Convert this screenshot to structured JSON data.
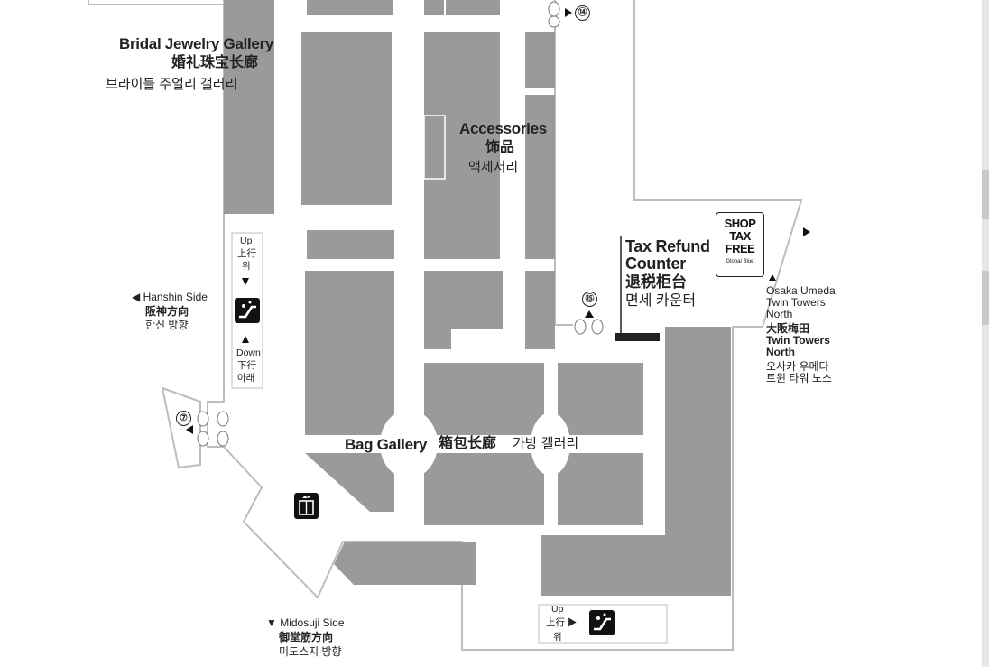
{
  "zones": {
    "bridal": {
      "en": "Bridal Jewelry Gallery",
      "zh": "婚礼珠宝长廊",
      "ko": "브라이들 주얼리 갤러리"
    },
    "accessories": {
      "en": "Accessories",
      "zh": "饰品",
      "ko": "액세서리"
    },
    "bag": {
      "en": "Bag Gallery",
      "zh": "箱包长廊",
      "ko": "가방 갤러리"
    }
  },
  "tax_refund": {
    "en1": "Tax Refund",
    "en2": "Counter",
    "zh": "退税柜台",
    "ko": "면세 카운터"
  },
  "tax_free_badge": {
    "line1": "SHOP",
    "line2": "TAX",
    "line3": "FREE",
    "sub": "Global Blue"
  },
  "directions": {
    "hanshin": {
      "en": "◀ Hanshin Side",
      "zh": "阪神方向",
      "ko": "한신 방향"
    },
    "midosuji": {
      "en": "▼ Midosuji Side",
      "zh": "御堂筋方向",
      "ko": "미도스지 방향"
    },
    "osaka_umeda": {
      "en1": "Osaka Umeda",
      "en2": "Twin Towers",
      "en3": "North",
      "zh": "大阪梅田",
      "en4": "Twin Towers",
      "en5": "North",
      "ko1": "오사카 우메다",
      "ko2": "트윈 타워 노스"
    }
  },
  "escalator_left": {
    "up_en": "Up",
    "up_zh": "上行",
    "up_ko": "위",
    "down_en": "Down",
    "down_zh": "下行",
    "down_ko": "아래"
  },
  "escalator_bottom": {
    "up_en": "Up",
    "up_zh": "上行 ▶",
    "up_ko": "위"
  },
  "exits": {
    "e14": "⑭",
    "e15": "⑮",
    "e7": "⑦"
  },
  "icons": {
    "escalator": "escalator-icon",
    "elevator": "elevator-icon",
    "arrow": "arrow-right-icon"
  },
  "colors": {
    "block": "#9a9a9a",
    "corridor": "#ffffff",
    "outline": "#bdbdbd",
    "ink": "#222222"
  }
}
